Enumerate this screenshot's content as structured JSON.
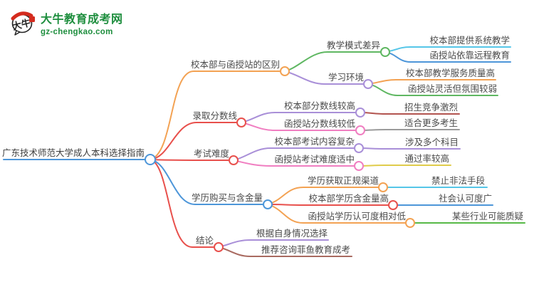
{
  "logo": {
    "site_name": "大牛教育成考网",
    "site_url": "gz-chengkao.com",
    "badge_text": "大牛"
  },
  "colors": {
    "orange": "#F3A253",
    "red": "#E8504C",
    "blue": "#4D96D9",
    "green": "#5FB762",
    "bright_green": "#57B947",
    "purple": "#A98FD8",
    "cyan": "#55C6E8",
    "pink": "#F07EC1",
    "yellow": "#E0CC4B",
    "gray": "#9B9B9B",
    "maroon": "#B2544F",
    "brown": "#A96A60",
    "logo_green": "#1E8E3E",
    "text": "#4A4A4A"
  },
  "mindmap": {
    "root": {
      "label": "广东技术师范大学成人本科选择指南"
    },
    "branches": [
      {
        "label": "校本部与函授站的区别",
        "children": [
          {
            "label": "教学模式差异",
            "children": [
              {
                "label": "校本部提供系统教学"
              },
              {
                "label": "函授站依靠远程教育"
              }
            ]
          },
          {
            "label": "学习环境",
            "children": [
              {
                "label": "校本部教学服务质量高"
              },
              {
                "label": "函授站灵活但氛围较弱"
              }
            ]
          }
        ]
      },
      {
        "label": "录取分数线",
        "children": [
          {
            "label": "校本部分数线较高",
            "children": [
              {
                "label": "招生竞争激烈"
              }
            ]
          },
          {
            "label": "函授站分数线较低",
            "children": [
              {
                "label": "适合更多考生"
              }
            ]
          }
        ]
      },
      {
        "label": "考试难度",
        "children": [
          {
            "label": "校本部考试内容复杂",
            "children": [
              {
                "label": "涉及多个科目"
              }
            ]
          },
          {
            "label": "函授站考试难度适中",
            "children": [
              {
                "label": "通过率较高"
              }
            ]
          }
        ]
      },
      {
        "label": "学历购买与含金量",
        "children": [
          {
            "label": "学历获取正规渠道",
            "children": [
              {
                "label": "禁止非法手段"
              }
            ]
          },
          {
            "label": "校本部学历含金量高",
            "children": [
              {
                "label": "社会认可度广"
              }
            ]
          },
          {
            "label": "函授站学历认可度相对低",
            "children": [
              {
                "label": "某些行业可能质疑"
              }
            ]
          }
        ]
      },
      {
        "label": "结论",
        "children": [
          {
            "label": "根据自身情况选择"
          },
          {
            "label": "推荐咨询菲鱼教育成考"
          }
        ]
      }
    ]
  }
}
